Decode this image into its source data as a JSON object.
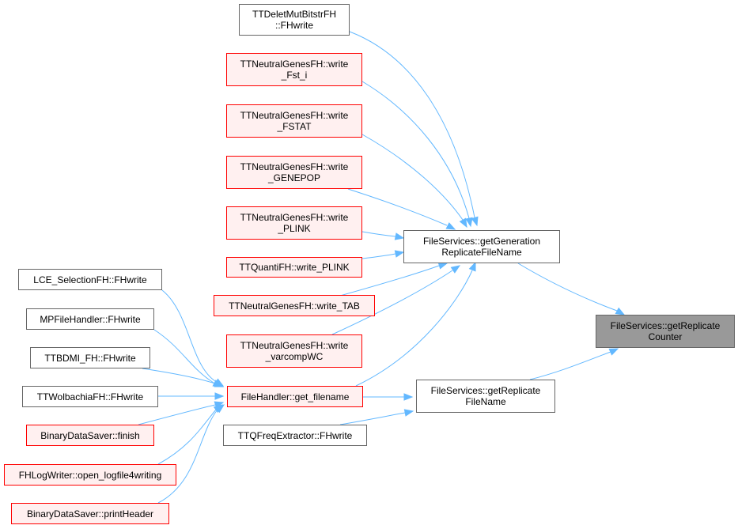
{
  "nodes": {
    "n_delet": {
      "lines": [
        "TTDeletMutBitstrFH",
        "::FHwrite"
      ],
      "color": "#666666"
    },
    "n_fst": {
      "lines": [
        "TTNeutralGenesFH::write",
        "_Fst_i"
      ],
      "color": "#ff0000"
    },
    "n_fstat": {
      "lines": [
        "TTNeutralGenesFH::write",
        "_FSTAT"
      ],
      "color": "#ff0000"
    },
    "n_genepop": {
      "lines": [
        "TTNeutralGenesFH::write",
        "_GENEPOP"
      ],
      "color": "#ff0000"
    },
    "n_plink": {
      "lines": [
        "TTNeutralGenesFH::write",
        "_PLINK"
      ],
      "color": "#ff0000"
    },
    "n_quanti": {
      "lines": [
        "TTQuantiFH::write_PLINK"
      ],
      "color": "#ff0000"
    },
    "n_tab": {
      "lines": [
        "TTNeutralGenesFH::write_TAB"
      ],
      "color": "#ff0000"
    },
    "n_varcomp": {
      "lines": [
        "TTNeutralGenesFH::write",
        "_varcompWC"
      ],
      "color": "#ff0000"
    },
    "n_lce": {
      "lines": [
        "LCE_SelectionFH::FHwrite"
      ],
      "color": "#666666"
    },
    "n_mp": {
      "lines": [
        "MPFileHandler::FHwrite"
      ],
      "color": "#666666"
    },
    "n_bdmi": {
      "lines": [
        "TTBDMI_FH::FHwrite"
      ],
      "color": "#666666"
    },
    "n_wol": {
      "lines": [
        "TTWolbachiaFH::FHwrite"
      ],
      "color": "#666666"
    },
    "n_finish": {
      "lines": [
        "BinaryDataSaver::finish"
      ],
      "color": "#ff0000"
    },
    "n_log": {
      "lines": [
        "FHLogWriter::open_logfile4writing"
      ],
      "color": "#ff0000"
    },
    "n_print": {
      "lines": [
        "BinaryDataSaver::printHeader"
      ],
      "color": "#ff0000"
    },
    "n_getfn": {
      "lines": [
        "FileHandler::get_filename"
      ],
      "color": "#ff0000"
    },
    "n_tqf": {
      "lines": [
        "TTQFreqExtractor::FHwrite"
      ],
      "color": "#666666"
    },
    "n_gen": {
      "lines": [
        "FileServices::getGeneration",
        "ReplicateFileName"
      ],
      "color": "#666666"
    },
    "n_rep": {
      "lines": [
        "FileServices::getReplicate",
        "FileName"
      ],
      "color": "#666666"
    },
    "n_counter": {
      "lines": [
        "FileServices::getReplicate",
        "Counter"
      ],
      "color": "#666666",
      "fill": "#999999"
    }
  },
  "edge_color": "#63b8ff"
}
